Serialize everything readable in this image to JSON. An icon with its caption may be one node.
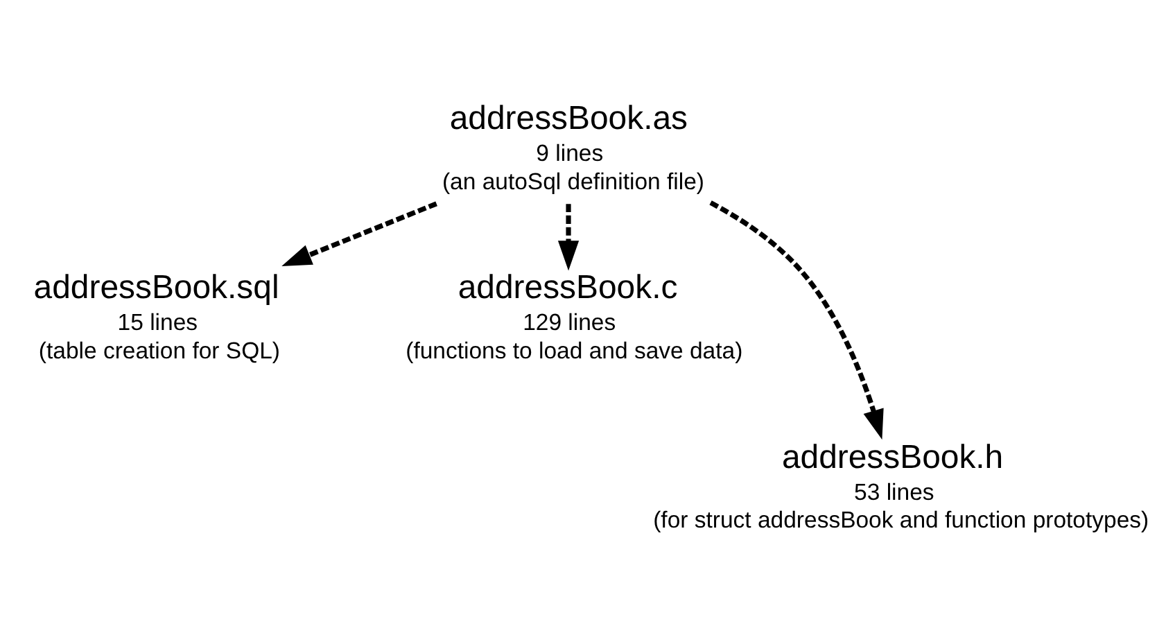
{
  "diagram": {
    "nodes": [
      {
        "text": [
          "addressBook.as",
          "9 lines",
          "(an autoSql definition file)"
        ]
      },
      {
        "text": [
          "addressBook.sql",
          "15 lines",
          "(table creation for SQL)"
        ]
      },
      {
        "text": [
          "addressBook.c",
          "129 lines",
          "(functions to load and save data)"
        ]
      },
      {
        "text": [
          "addressBook.h",
          "53 lines",
          "(for struct addressBook and function prototypes)"
        ]
      }
    ],
    "edges": [
      {
        "from": 0,
        "to": 1,
        "arrow": "to",
        "style": "dashed"
      },
      {
        "from": 0,
        "to": 3,
        "arrow": "to",
        "style": "dashed"
      },
      {
        "from": 0,
        "to": 2,
        "arrow": "to",
        "style": "dashed"
      }
    ]
  }
}
